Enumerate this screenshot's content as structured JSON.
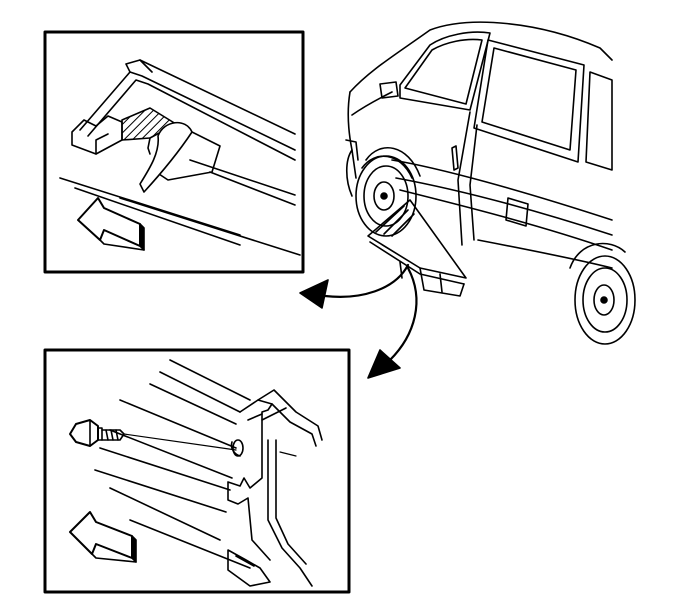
{
  "figure": {
    "panels": [
      {
        "id": "top-detail",
        "content": "retainer-clip-on-molding"
      },
      {
        "id": "bottom-detail",
        "content": "bolt-and-running-board-rail"
      }
    ],
    "icons": [
      "van-icon",
      "arrow-icon",
      "bolt-icon",
      "retainer-clip-icon",
      "direction-arrow-icon"
    ],
    "colors": {
      "ink": "#000000",
      "paper": "#ffffff"
    }
  }
}
